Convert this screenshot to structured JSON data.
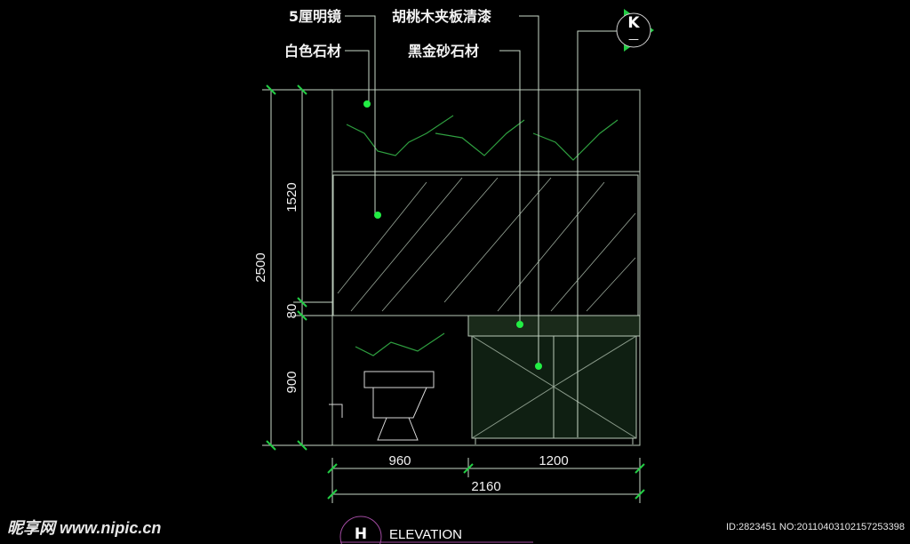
{
  "labels": {
    "mirror": "5厘明镜",
    "white_stone": "白色石材",
    "walnut": "胡桃木夹板清漆",
    "black_stone": "黑金砂石材"
  },
  "section_marker": {
    "letter": "K",
    "sub": "—"
  },
  "dimensions": {
    "total_height": "2500",
    "upper": "1520",
    "gap": "80",
    "lower": "900",
    "left_width": "960",
    "right_width": "1200",
    "total_width": "2160"
  },
  "title": {
    "letter": "H",
    "text": "ELEVATION"
  },
  "watermark": {
    "logo": "昵享网 www.nipic.cn",
    "id": "ID:2823451 NO:20110403102157253398"
  },
  "colors": {
    "line": "#c8d8c8",
    "accent": "#22dd44",
    "dot": "#22ee44",
    "title_circle": "#a04aa0"
  }
}
